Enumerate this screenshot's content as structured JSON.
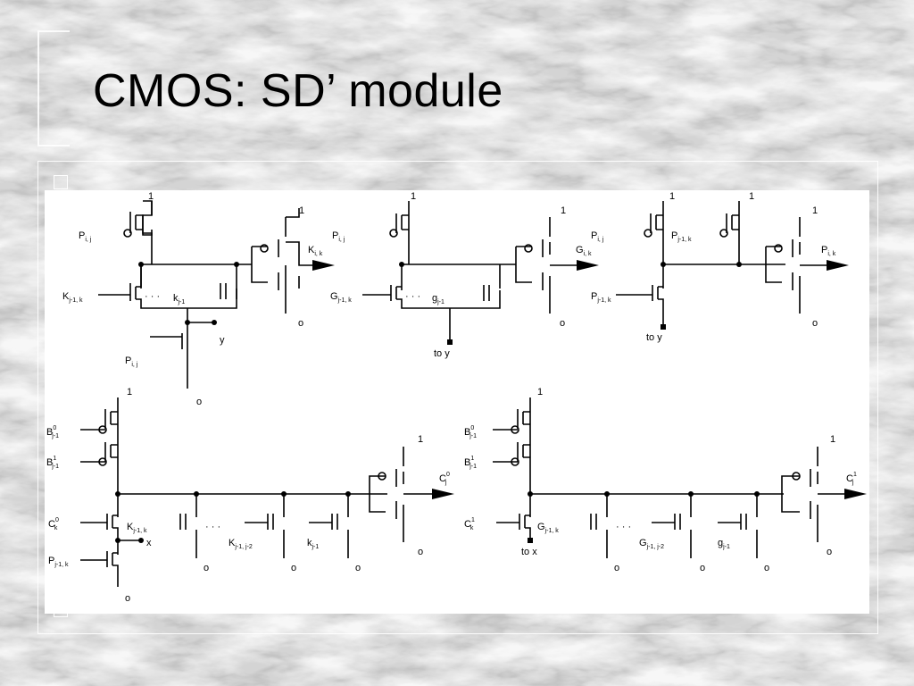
{
  "slide": {
    "title": "CMOS: SD’ module"
  },
  "colors": {
    "background": "#d9d9d9",
    "figure_background": "#ffffff",
    "line": "#000000"
  },
  "labels": {
    "one": "1",
    "zero": "o",
    "ellipsis": "· · ·",
    "y": "y",
    "x": "x",
    "to_y": "to y",
    "to_x": "to x",
    "P_ij": "P",
    "P_ij_sub": "i, j",
    "K_ik": "K",
    "K_ik_sub": "i, k",
    "K_j1k": "K",
    "K_j1k_sub": "j-1, k",
    "k_j1": "k",
    "k_j1_sub": "j-1",
    "G_ik": "G",
    "G_ik_sub": "i, k",
    "G_j1k": "G",
    "G_j1k_sub": "j-1, k",
    "g_j1": "g",
    "g_j1_sub": "j-1",
    "P_j1k": "P",
    "P_j1k_sub": "j-1, k",
    "P_ik": "P",
    "P_ik_sub": "i, k",
    "B0": "B",
    "B0_sup": "0",
    "B1": "B",
    "B1_sup": "1",
    "B_sub": "j-1",
    "C0": "C",
    "C0_sup": "0",
    "C1": "C",
    "C1_sup": "1",
    "C_sub": "k",
    "Cj0": "C",
    "Cj0_sup": "0",
    "Cj1": "C",
    "Cj1_sup": "1",
    "Cj_sub": "j",
    "K_j1j2": "K",
    "K_j1j2_sub": "j-1, j-2",
    "G_j1j2": "G",
    "G_j1j2_sub": "j-1, j-2"
  }
}
